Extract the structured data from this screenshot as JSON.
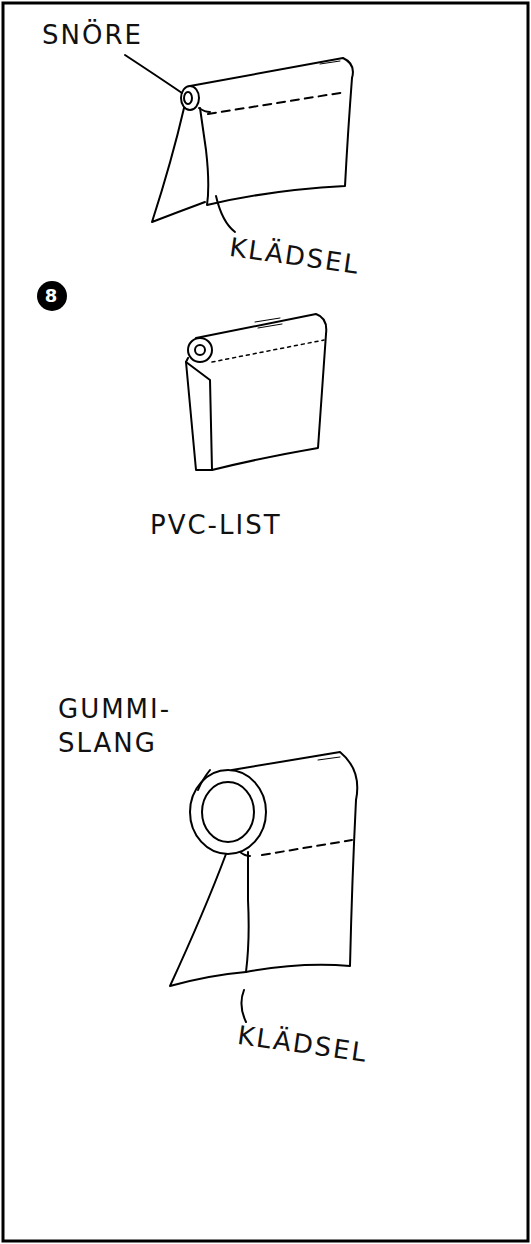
{
  "diagram": {
    "labels": [
      "SNÖRE",
      "KLÄDSEL",
      "8",
      "PVC-LIST",
      "GUMMI- SLANG",
      "KLÄDSEL"
    ]
  }
}
